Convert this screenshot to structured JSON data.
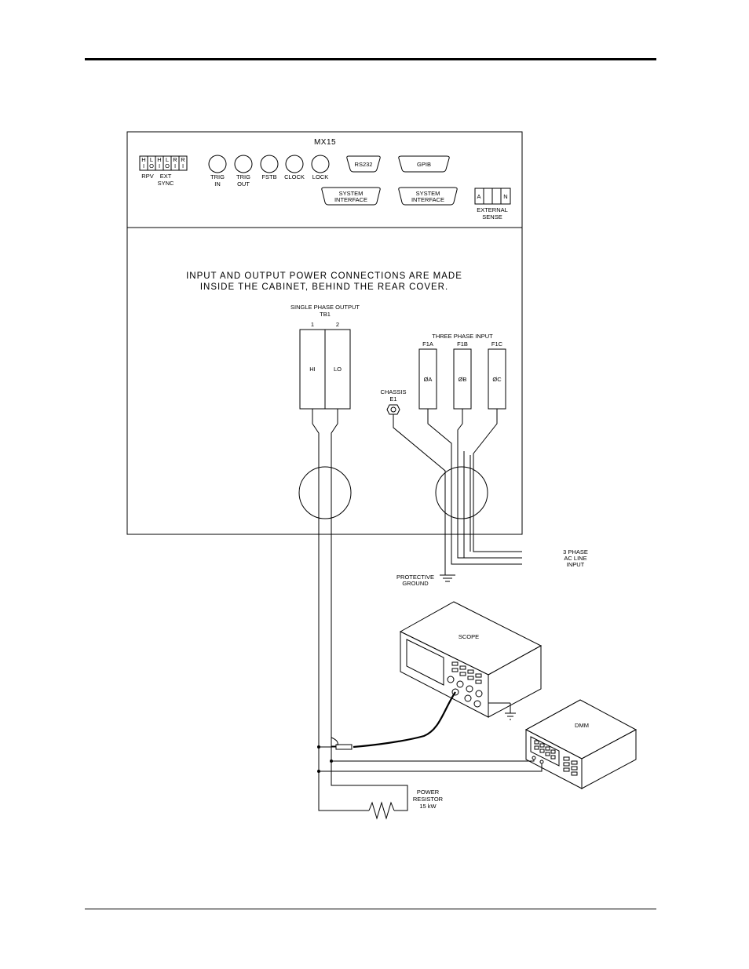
{
  "unit": {
    "model": "MX15",
    "connectors": {
      "hl_labels": [
        "H",
        "L",
        "H",
        "L",
        "R",
        "R"
      ],
      "io_labels": [
        "I",
        "O",
        "I",
        "O",
        "I",
        "I"
      ],
      "rpv": "RPV",
      "ext": "EXT",
      "sync": "SYNC",
      "trig_in": [
        "TRIG",
        "IN"
      ],
      "trig_out": [
        "TRIG",
        "OUT"
      ],
      "fstb": "FSTB",
      "clock": "CLOCK",
      "lock": "LOCK",
      "rs232": "RS232",
      "gpib": "GPIB",
      "system_interface": [
        "SYSTEM",
        "INTERFACE"
      ],
      "external_sense": [
        "EXTERNAL",
        "SENSE"
      ],
      "sense_a": "A",
      "sense_n": "N"
    },
    "notice": [
      "INPUT AND OUTPUT POWER CONNECTIONS ARE MADE",
      "INSIDE THE CABINET, BEHIND THE REAR COVER."
    ],
    "tb1": {
      "title": "SINGLE PHASE OUTPUT",
      "name": "TB1",
      "pin1": "1",
      "pin2": "2",
      "hi": "HI",
      "lo": "LO"
    },
    "three_phase": {
      "title": "THREE PHASE INPUT",
      "fuses": [
        "F1A",
        "F1B",
        "F1C"
      ],
      "phases": [
        "ØA",
        "ØB",
        "ØC"
      ]
    },
    "chassis": [
      "CHASSIS",
      "E1"
    ]
  },
  "ac_line_label": [
    "3 PHASE",
    "AC LINE",
    "INPUT"
  ],
  "protective_ground": [
    "PROTECTIVE",
    "GROUND"
  ],
  "scope": "SCOPE",
  "dmm": "DMM",
  "resistor": [
    "POWER",
    "RESISTOR",
    "15 kW"
  ]
}
